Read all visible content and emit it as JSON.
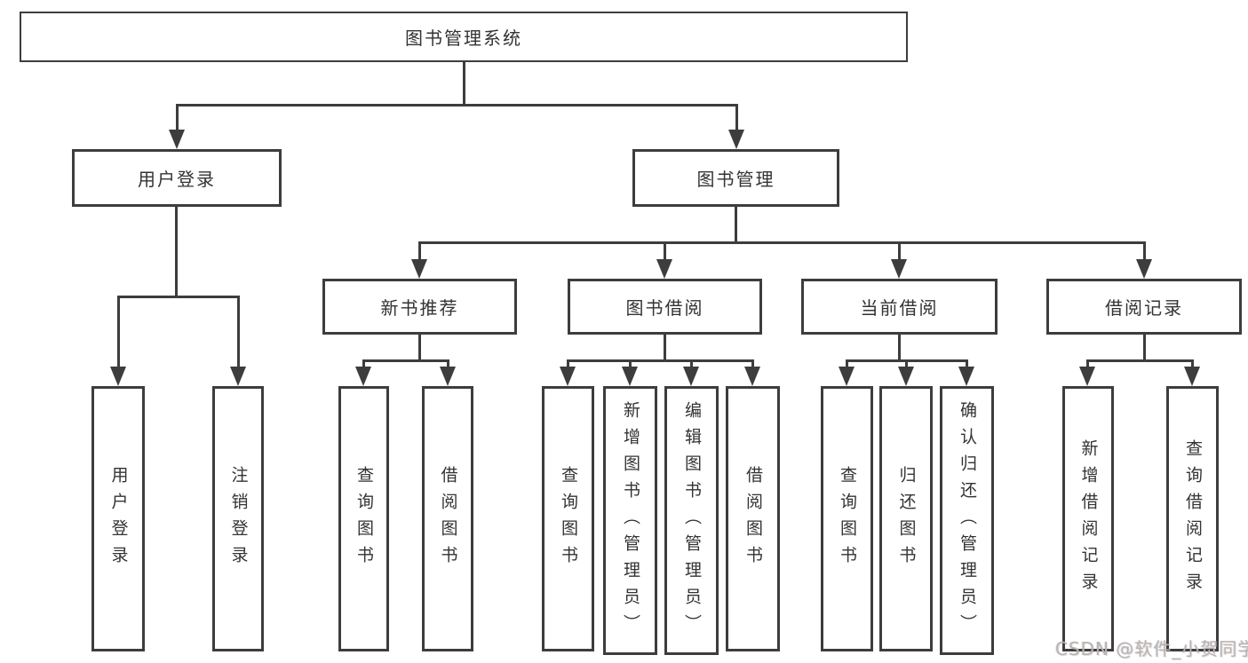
{
  "diagram": {
    "root": {
      "label": "图书管理系统"
    },
    "level2": {
      "user_login": {
        "label": "用户登录"
      },
      "book_mgmt": {
        "label": "图书管理"
      }
    },
    "level3": {
      "new_book": {
        "label": "新书推荐"
      },
      "book_borrow": {
        "label": "图书借阅"
      },
      "current_borrow": {
        "label": "当前借阅"
      },
      "borrow_record": {
        "label": "借阅记录"
      }
    },
    "leaves": {
      "user_login": [
        "用户登录",
        "注销登录"
      ],
      "new_book": [
        "查询图书",
        "借阅图书"
      ],
      "book_borrow": [
        "查询图书",
        "新增图书（管理员）",
        "编辑图书（管理员）",
        "借阅图书"
      ],
      "current_borrow": [
        "查询图书",
        "归还图书",
        "确认归还（管理员）"
      ],
      "borrow_record": [
        "新增借阅记录",
        "查询借阅记录"
      ]
    }
  },
  "watermark": {
    "text": "CSDN @软件_小贺同学"
  },
  "colors": {
    "line": "#3d3d3d",
    "text": "#333333",
    "watermark": "#b5b5b5",
    "background": "#ffffff"
  }
}
